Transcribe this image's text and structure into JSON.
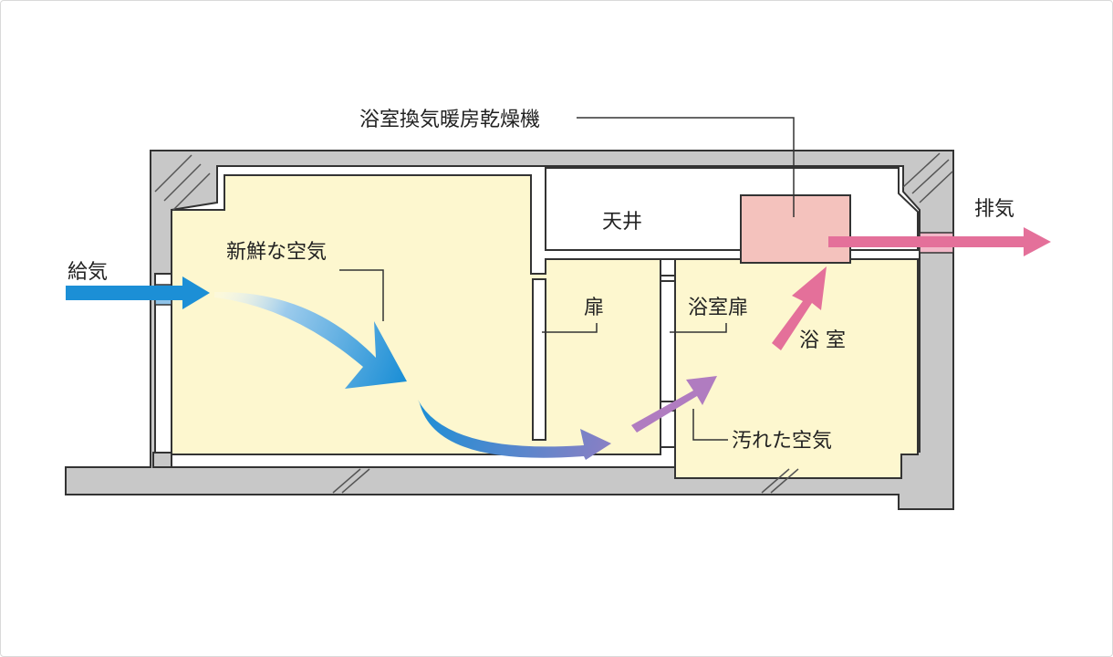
{
  "labels": {
    "ventilator": "浴室換気暖房乾燥機",
    "ceiling": "天井",
    "exhaust": "排気",
    "supply": "給気",
    "fresh_air": "新鮮な空気",
    "door": "扉",
    "bath_door": "浴室扉",
    "bathroom": "浴 室",
    "dirty_air": "汚れた空気"
  },
  "colors": {
    "wall": "#c8c8c8",
    "wall_stroke": "#333333",
    "room": "#fdf7cf",
    "ventilator_box": "#f4c2bd",
    "fresh_arrow": "#1c8fd6",
    "transition_arrow": "#8a7fc4",
    "dirty_arrow": "#b07cc0",
    "exhaust_arrow": "#e4709a"
  }
}
